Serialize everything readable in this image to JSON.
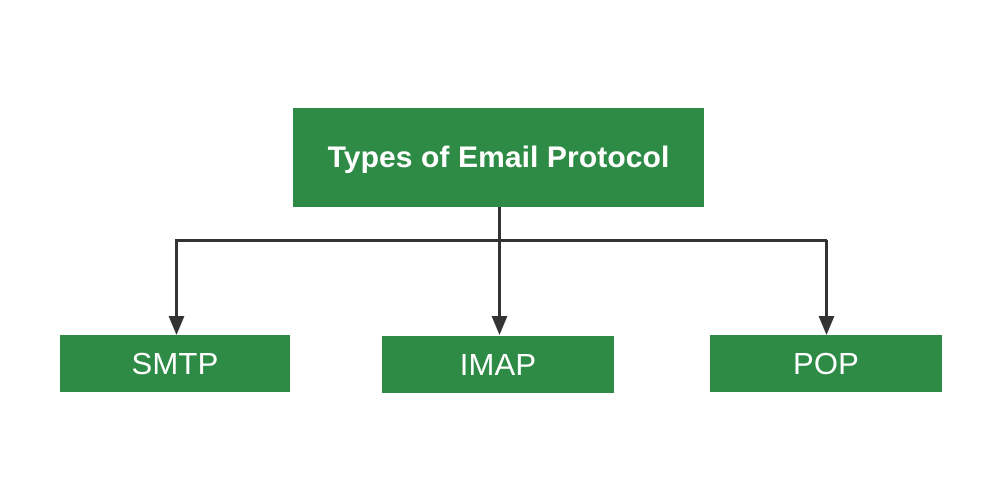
{
  "diagram": {
    "type": "hierarchy-tree",
    "background_color": "#ffffff",
    "node_color": "#2e8b46",
    "node_text_color": "#ffffff",
    "connector_color": "#333333",
    "root": {
      "label": "Types of Email Protocol"
    },
    "children": [
      {
        "label": "SMTP"
      },
      {
        "label": "IMAP"
      },
      {
        "label": "POP"
      }
    ],
    "connectors": [
      {
        "name": "root-stem",
        "from": "root",
        "to": "bus"
      },
      {
        "name": "branch-smtp",
        "from": "bus",
        "to": "SMTP",
        "arrow": true
      },
      {
        "name": "branch-imap",
        "from": "bus",
        "to": "IMAP",
        "arrow": true
      },
      {
        "name": "branch-pop",
        "from": "bus",
        "to": "POP",
        "arrow": true
      }
    ]
  }
}
